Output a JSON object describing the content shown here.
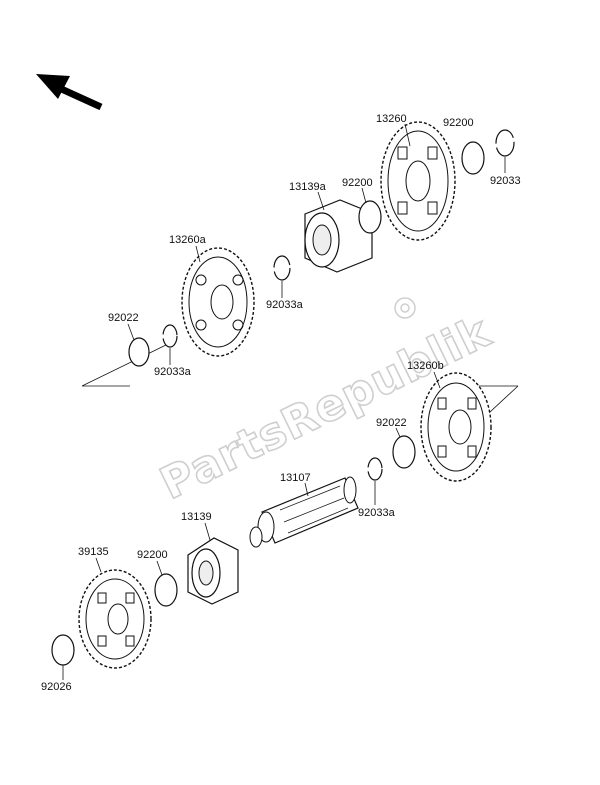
{
  "watermark": {
    "text": "PartsRepublik"
  },
  "parts": {
    "p13260": {
      "label": "13260"
    },
    "p92200a": {
      "label": "92200"
    },
    "p92033a": {
      "label": "92033"
    },
    "p13139a": {
      "label": "13139a"
    },
    "p92200b": {
      "label": "92200"
    },
    "p13260a": {
      "label": "13260a"
    },
    "p92033b": {
      "label": "92033a"
    },
    "p92022a": {
      "label": "92022"
    },
    "p92033c": {
      "label": "92033a"
    },
    "p13260b": {
      "label": "13260b"
    },
    "p92022b": {
      "label": "92022"
    },
    "p13107": {
      "label": "13107"
    },
    "p92033d": {
      "label": "92033a"
    },
    "p13139": {
      "label": "13139"
    },
    "p39135": {
      "label": "39135"
    },
    "p92200c": {
      "label": "92200"
    },
    "p92026": {
      "label": "92026"
    }
  },
  "icons": {
    "direction": "front-arrow-icon",
    "watermark_logo": "gear-logo-icon"
  }
}
